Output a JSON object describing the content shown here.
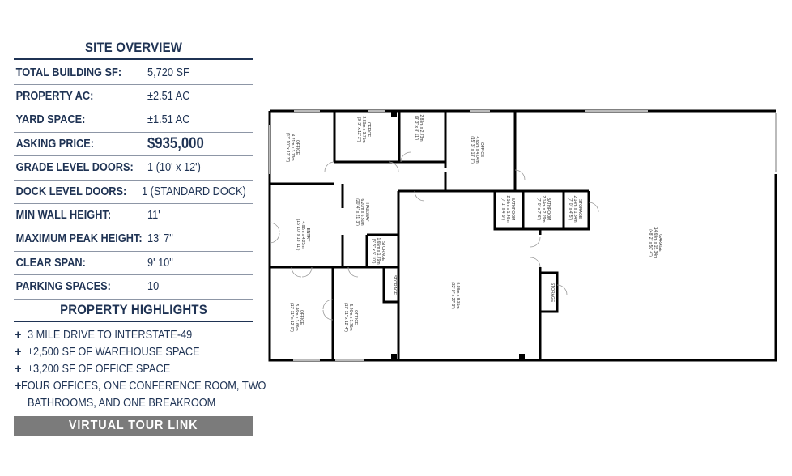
{
  "site_overview": {
    "title": "SITE OVERVIEW",
    "rows": [
      {
        "label": "TOTAL BUILDING SF:",
        "value": "5,720 SF"
      },
      {
        "label": "PROPERTY AC:",
        "value": "±2.51 AC"
      },
      {
        "label": "YARD SPACE:",
        "value": "±1.51 AC"
      },
      {
        "label": "ASKING PRICE:",
        "value": "$935,000"
      },
      {
        "label": "GRADE LEVEL DOORS:",
        "value": "1 (10' x 12')"
      },
      {
        "label": "DOCK LEVEL DOORS:",
        "value": "1 (STANDARD DOCK)"
      },
      {
        "label": "MIN WALL HEIGHT:",
        "value": "11'"
      },
      {
        "label": "MAXIMUM PEAK HEIGHT:",
        "value": "13' 7\""
      },
      {
        "label": "CLEAR SPAN:",
        "value": "9' 10\""
      },
      {
        "label": "PARKING SPACES:",
        "value": "10"
      }
    ]
  },
  "highlights": {
    "title": "PROPERTY HIGHLIGHTS",
    "bullet_icon": "plus-icon",
    "items": [
      "3 MILE DRIVE TO INTERSTATE-49",
      "±2,500 SF OF WAREHOUSE SPACE",
      "±3,200 SF OF OFFICE SPACE",
      "FOUR OFFICES, ONE CONFERENCE ROOM, TWO",
      "BATHROOMS, AND ONE BREAKROOM"
    ]
  },
  "virtual_tour_label": "VIRTUAL TOUR LINK",
  "colors": {
    "navy": "#1f3354",
    "button_gray": "#7b7b7b"
  },
  "floor_plan": {
    "rooms": [
      {
        "name": "OFFICE",
        "metric": "4.21m x 3.73m",
        "imperial": "(13' 10\" x 12' 3\")"
      },
      {
        "name": "OFFICE",
        "metric": "2.83m x 3.71m",
        "imperial": "(9' 3\" x 12' 2\")"
      },
      {
        "name": "",
        "metric": "2.83m x 2.73m",
        "imperial": "(9' 3\" x 8' 11\")"
      },
      {
        "name": "OFFICE",
        "metric": "4.65m x 4.04m",
        "imperial": "(15' 3\" x 13' 3\")"
      },
      {
        "name": "HALLWAY",
        "metric": "6.20m x 6.50m",
        "imperial": "(20' 4\" x 21' 3\")"
      },
      {
        "name": "ENTRY",
        "metric": "4.82m x 4.23m",
        "imperial": "(15' 10\" x 13' 11\")"
      },
      {
        "name": "STORAGE",
        "metric": "1.65m x 1.79m",
        "imperial": "(5' 5\" x 5' 10\")"
      },
      {
        "name": "STORAGE",
        "metric": "",
        "imperial": ""
      },
      {
        "name": "OFFICE",
        "metric": "5.46m x 3.66m",
        "imperial": "(17' 11\" x 12' 0\")"
      },
      {
        "name": "OFFICE",
        "metric": "5.46m x 3.76m",
        "imperial": "(17' 11\" x 12' 4\")"
      },
      {
        "name": "",
        "metric": "9.98m x 8.31m",
        "imperial": "(32' 9\" x 27' 3\")"
      },
      {
        "name": "BATHROOM",
        "metric": "2.16m x 1.46m",
        "imperial": "(7' 1\" x 4' 9\")"
      },
      {
        "name": "BATHROOM",
        "metric": "2.14m x 2.29m",
        "imperial": "(7' 0\" x 7' 6\")"
      },
      {
        "name": "STORAGE",
        "metric": "2.14m x 1.34m",
        "imperial": "(7' 0\" x 4' 5\")"
      },
      {
        "name": "GARAGE",
        "metric": "14.69m x 15.34m",
        "imperial": "(48' 2\" x 50' 4\")"
      },
      {
        "name": "STORAGE",
        "metric": "",
        "imperial": ""
      }
    ]
  }
}
